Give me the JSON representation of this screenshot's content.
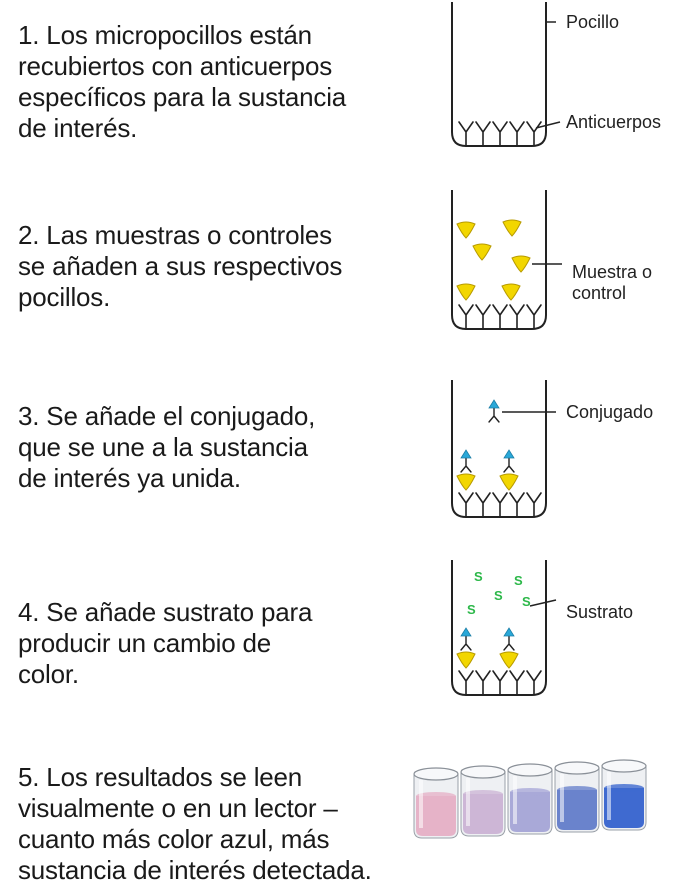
{
  "steps": [
    {
      "lines": [
        "1. Los micropocillos están",
        "recubiertos con anticuerpos",
        "específicos para la sustancia",
        "de interés."
      ]
    },
    {
      "lines": [
        "2. Las muestras o controles",
        "se añaden a sus respectivos",
        "pocillos."
      ]
    },
    {
      "lines": [
        "3. Se añade el conjugado,",
        "que se une a la sustancia",
        "de interés ya unida."
      ]
    },
    {
      "lines": [
        "4. Se añade sustrato para",
        "producir un cambio de",
        "color."
      ]
    },
    {
      "lines": [
        "5. Los resultados se leen",
        "visualmente o en un lector –",
        "cuanto más color azul, más",
        "sustancia de interés detectada."
      ]
    }
  ],
  "labels": {
    "well": "Pocillo",
    "antibodies": "Anticuerpos",
    "sample_line1": "Muestra o",
    "sample_line2": "control",
    "conjugate": "Conjugado",
    "substrate": "Sustrato",
    "substrate_letter": "S"
  },
  "colors": {
    "antigen": "#f2d600",
    "conjugate": "#2aa8d8",
    "substrate": "#2db84a",
    "outline": "#222222"
  },
  "result_vials_colors": [
    "#e6b3c8",
    "#cdb6d6",
    "#a9a9d8",
    "#6a83cc",
    "#3f6ad0"
  ]
}
